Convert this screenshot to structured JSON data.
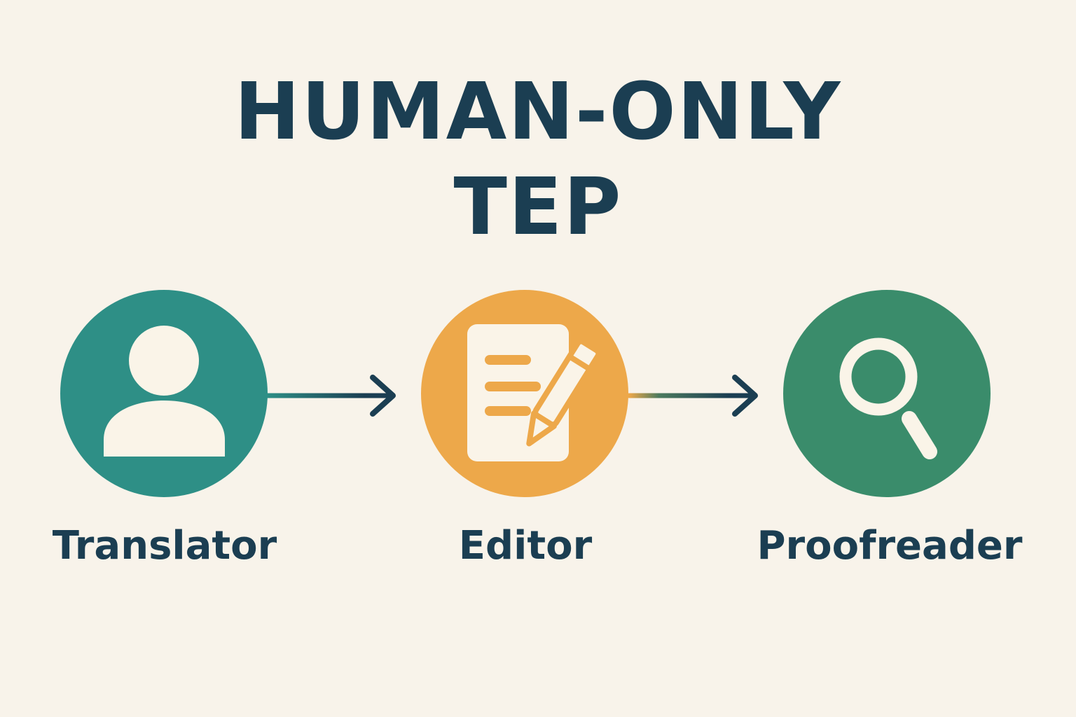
{
  "title": {
    "line1": "HUMAN-ONLY",
    "line2": "TEP"
  },
  "stages": [
    {
      "label": "Translator",
      "icon": "person-icon",
      "color": "#2e8f86"
    },
    {
      "label": "Editor",
      "icon": "document-pencil-icon",
      "color": "#eda84a"
    },
    {
      "label": "Proofreader",
      "icon": "magnifying-glass-icon",
      "color": "#3a8c6b"
    }
  ],
  "colors": {
    "background": "#f8f3ea",
    "text": "#1b3e52",
    "icon": "#faf4e8"
  }
}
